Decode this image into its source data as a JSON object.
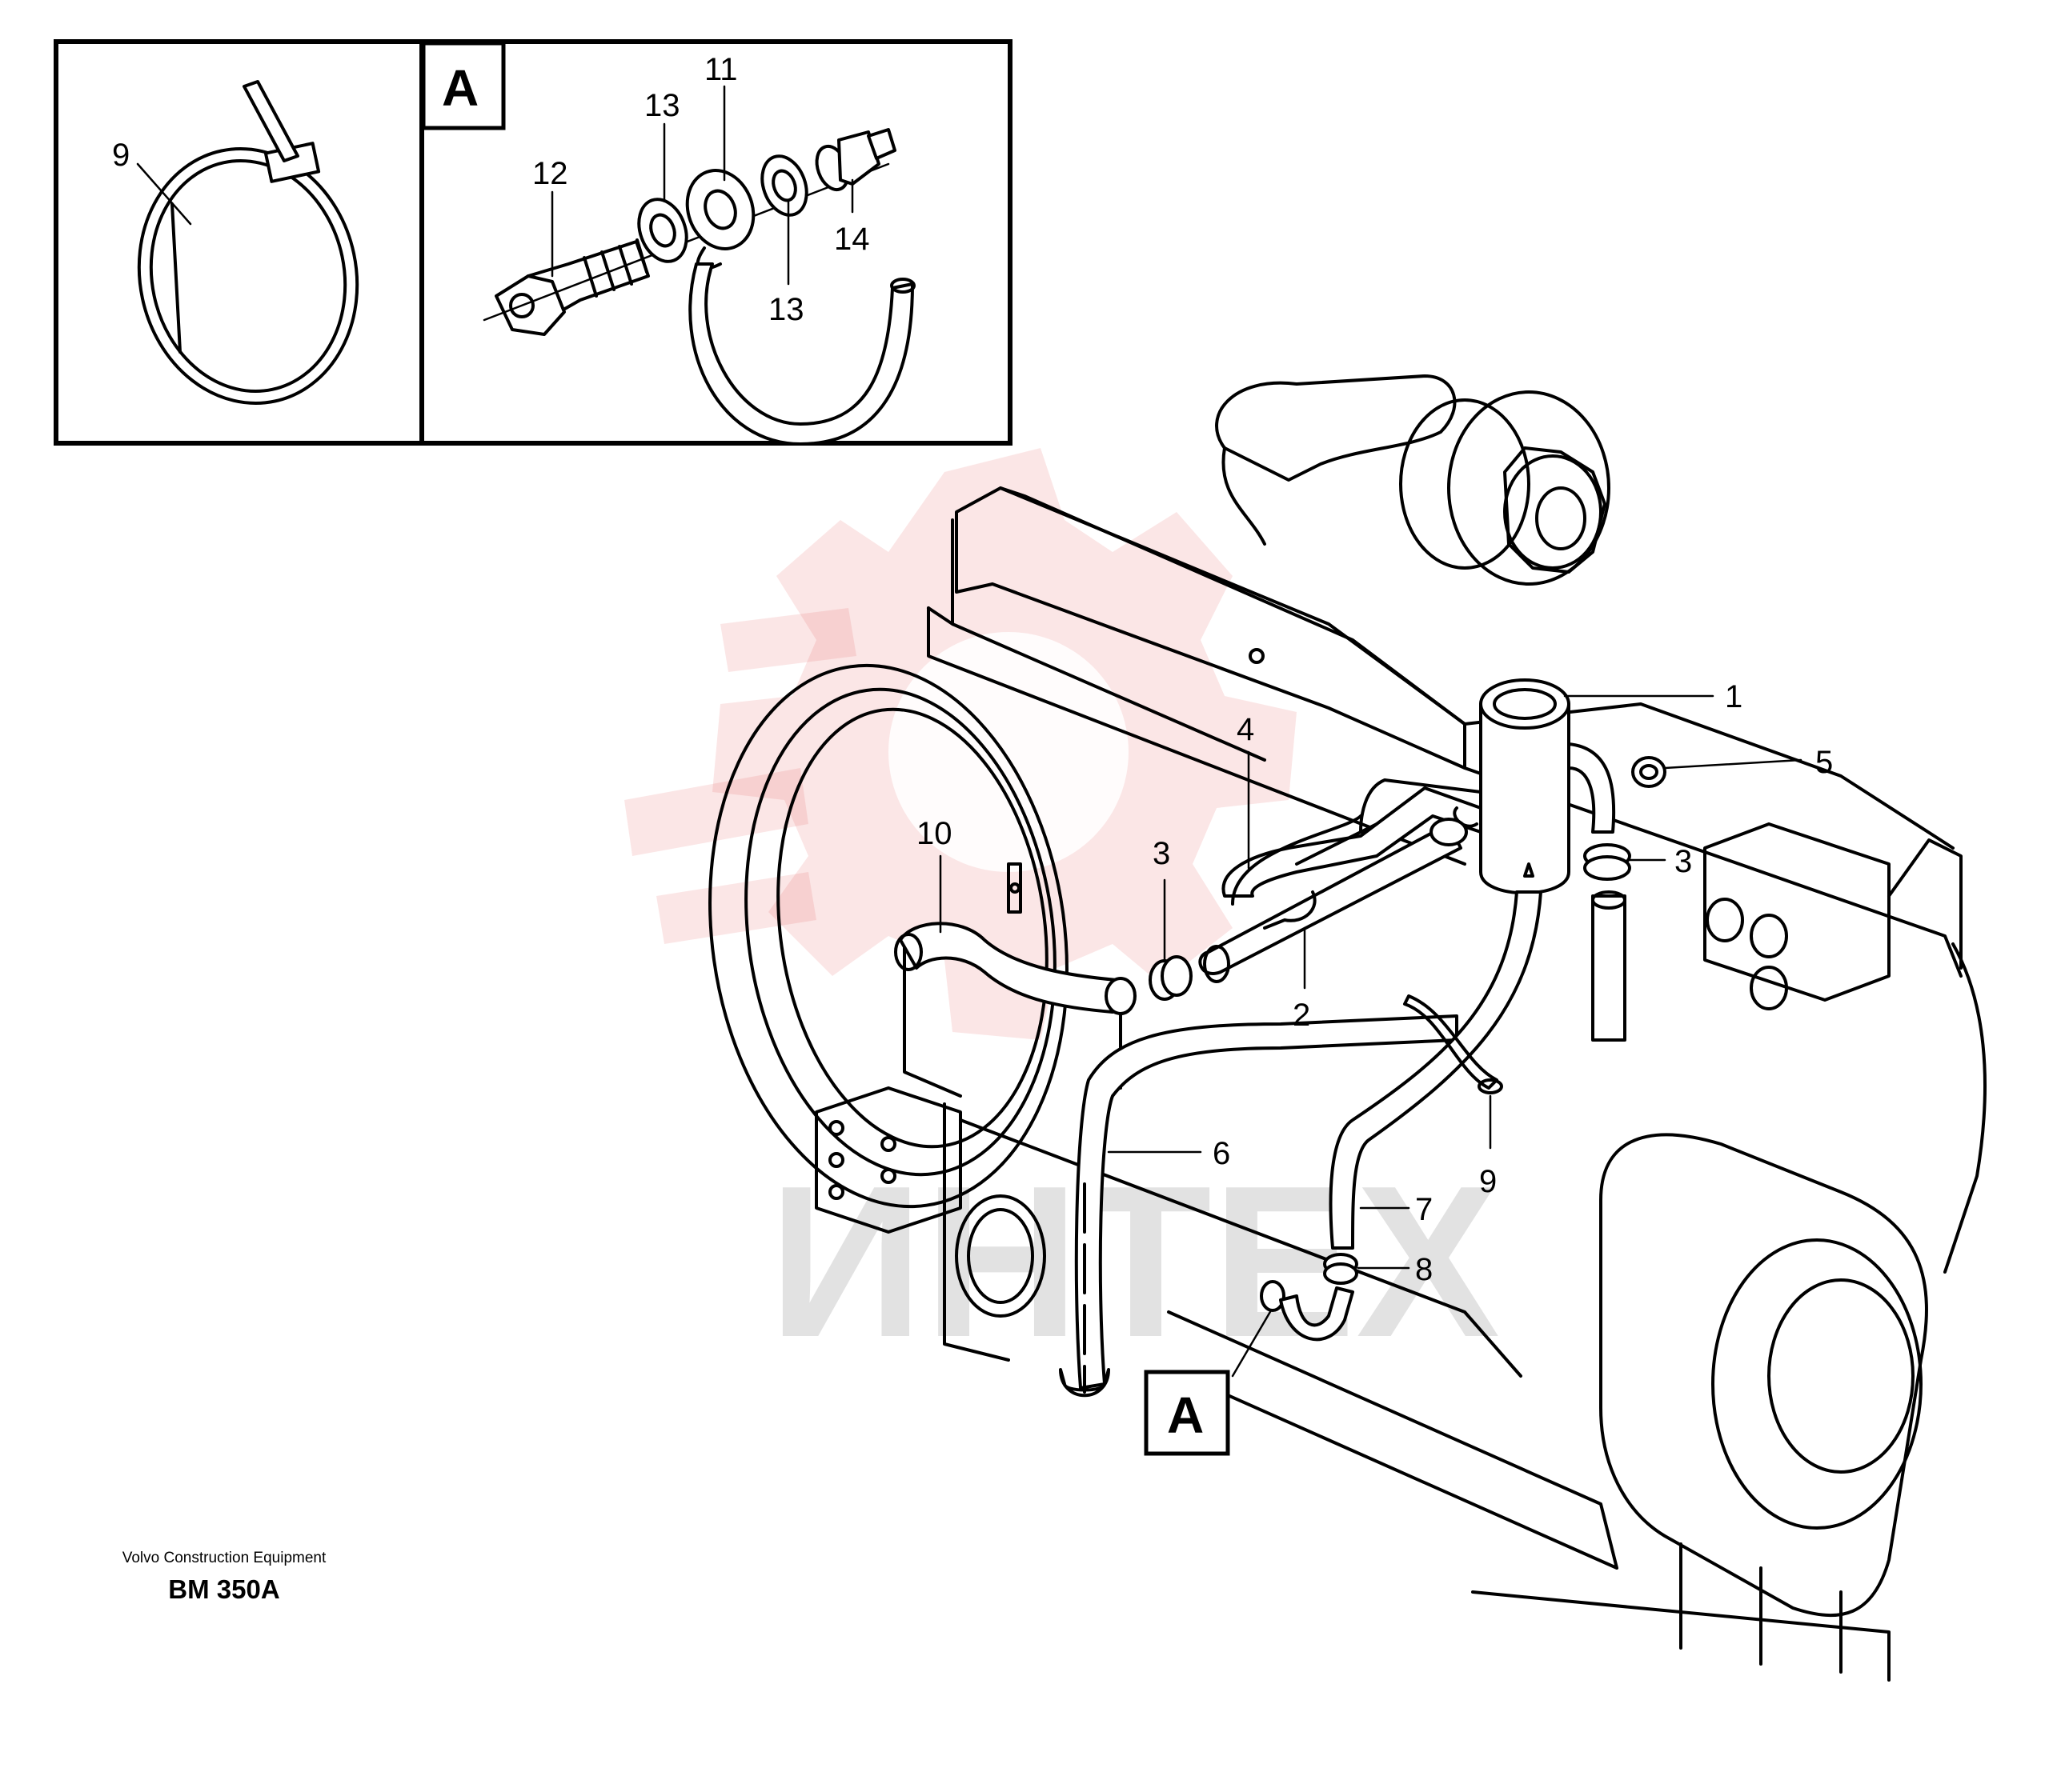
{
  "diagram": {
    "inset_letter": "A",
    "detail_reference_letter": "A",
    "callouts": {
      "c1": "1",
      "c2": "2",
      "c3_left": "3",
      "c3_right": "3",
      "c4": "4",
      "c5": "5",
      "c6": "6",
      "c7": "7",
      "c8": "8",
      "c9_main": "9",
      "c9_inset": "9",
      "c10": "10",
      "c11": "11",
      "c12": "12",
      "c13_top": "13",
      "c13_bottom": "13",
      "c14": "14"
    },
    "watermark": {
      "text": "ИНТЕХ",
      "logo": "red-gear-watermark",
      "color": "#e23b3b"
    }
  },
  "footer": {
    "manufacturer": "Volvo Construction Equipment",
    "code": "BM 350A"
  }
}
